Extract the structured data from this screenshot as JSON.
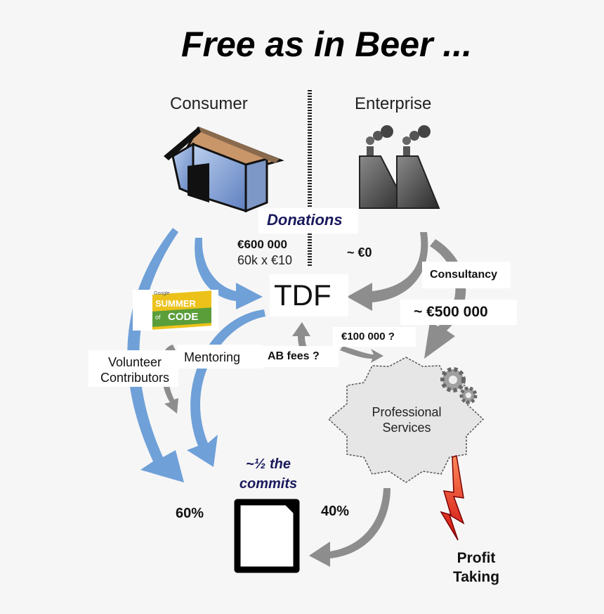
{
  "title": "Free as in Beer ...",
  "columns": {
    "left": "Consumer",
    "right": "Enterprise"
  },
  "donations": "Donations",
  "consumer_amount": "€600 000",
  "consumer_breakdown": "60k x €10",
  "enterprise_amount": "~ €0",
  "center_node": "TDF",
  "consultancy": "Consultancy",
  "consultancy_amount": "~ €500 000",
  "pro_services_contribution": "€100 000 ?",
  "ab_fees": "AB fees ?",
  "mentoring": "Mentoring",
  "volunteers": [
    "Volunteer",
    "Contributors"
  ],
  "gsoc_logo": {
    "small": "Google",
    "line1": "SUMMER",
    "line2a": "of",
    "line2b": "CODE"
  },
  "professional_services": [
    "Professional",
    "Services"
  ],
  "commits": [
    "~½ the",
    "commits"
  ],
  "left_share": "60%",
  "right_share": "40%",
  "profit_taking": [
    "Profit",
    "Taking"
  ],
  "colors": {
    "blue_arrow": "#6fa0d8",
    "gray_arrow": "#8d8d8d",
    "navy_text": "#1a1a5e",
    "lightning": "#e23a1e"
  }
}
